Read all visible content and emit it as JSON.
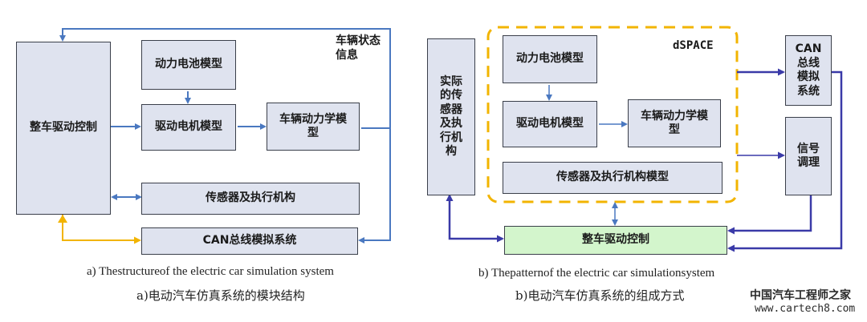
{
  "diagram_a": {
    "vehicle_control": "整车驱动控制",
    "battery_model": "动力电池模型",
    "motor_model": "驱动电机模型",
    "dynamics_model": "车辆动力学模型",
    "sensor_actuator": "传感器及执行机构",
    "can_system": "CAN总线模拟系统",
    "vehicle_state_label": "车辆状态信息",
    "caption_en": "a) Thestructureof the electric car simulation system",
    "caption_cn": "a)电动汽车仿真系统的模块结构"
  },
  "diagram_b": {
    "real_sensor": "实际的传感器及执行机构",
    "dspace_label": "dSPACE",
    "battery_model": "动力电池模型",
    "motor_model": "驱动电机模型",
    "dynamics_model": "车辆动力学模型",
    "sensor_actuator_model": "传感器及执行机构模型",
    "can_sim": "CAN总线模拟系统",
    "signal_cond": "信号调理",
    "vehicle_control": "整车驱动控制",
    "caption_en": "b) Thepatternof the electric car simulationsystem",
    "caption_cn": "b)电动汽车仿真系统的组成方式"
  },
  "watermark": {
    "title": "中国汽车工程师之家",
    "url": "www.cartech8.com"
  },
  "colors": {
    "box_fill": "#dfe3ef",
    "arrow_blue": "#4a78c0",
    "arrow_dark_blue": "#3a3aa8",
    "arrow_yellow": "#f2b400",
    "dspace_border": "#f2b400",
    "control_green": "#d3f5cc"
  }
}
